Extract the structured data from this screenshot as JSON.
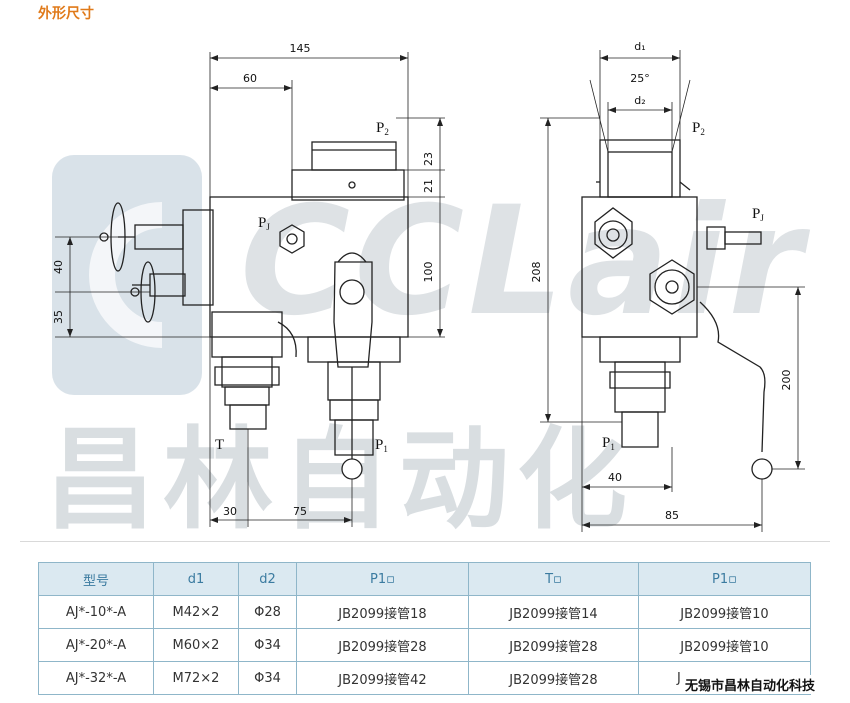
{
  "heading": "外形尺寸",
  "watermark": {
    "brand_cn": "昌林自动化",
    "brand_en": "CCLair"
  },
  "company": "无锡市昌林自动化科技",
  "front_view": {
    "dims": {
      "total_width": "145",
      "offset": "60",
      "h1": "23",
      "h2": "21",
      "body_height": "100",
      "v1": "40",
      "v2": "35",
      "base1": "30",
      "base2": "75"
    },
    "labels": {
      "p2": "P",
      "p2_sub": "2",
      "pj": "P",
      "pj_sub": "J",
      "t": "T",
      "p1": "P",
      "p1_sub": "1"
    }
  },
  "side_view": {
    "dims": {
      "d1": "d₁",
      "angle": "25°",
      "d2": "d₂",
      "height": "208",
      "lever": "200",
      "off40": "40",
      "width": "85"
    },
    "labels": {
      "p2": "P",
      "p2_sub": "2",
      "pj": "P",
      "pj_sub": "J",
      "p1": "P",
      "p1_sub": "1"
    }
  },
  "table": {
    "headers": [
      "型号",
      "d1",
      "d2",
      "P1▫",
      "T▫",
      "P1▫"
    ],
    "rows": [
      [
        "AJ*-10*-A",
        "M42×2",
        "Φ28",
        "JB2099接管18",
        "JB2099接管14",
        "JB2099接管10"
      ],
      [
        "AJ*-20*-A",
        "M60×2",
        "Φ34",
        "JB2099接管28",
        "JB2099接管28",
        "JB2099接管10"
      ],
      [
        "AJ*-32*-A",
        "M72×2",
        "Φ34",
        "JB2099接管42",
        "JB2099接管28",
        "J"
      ]
    ]
  }
}
